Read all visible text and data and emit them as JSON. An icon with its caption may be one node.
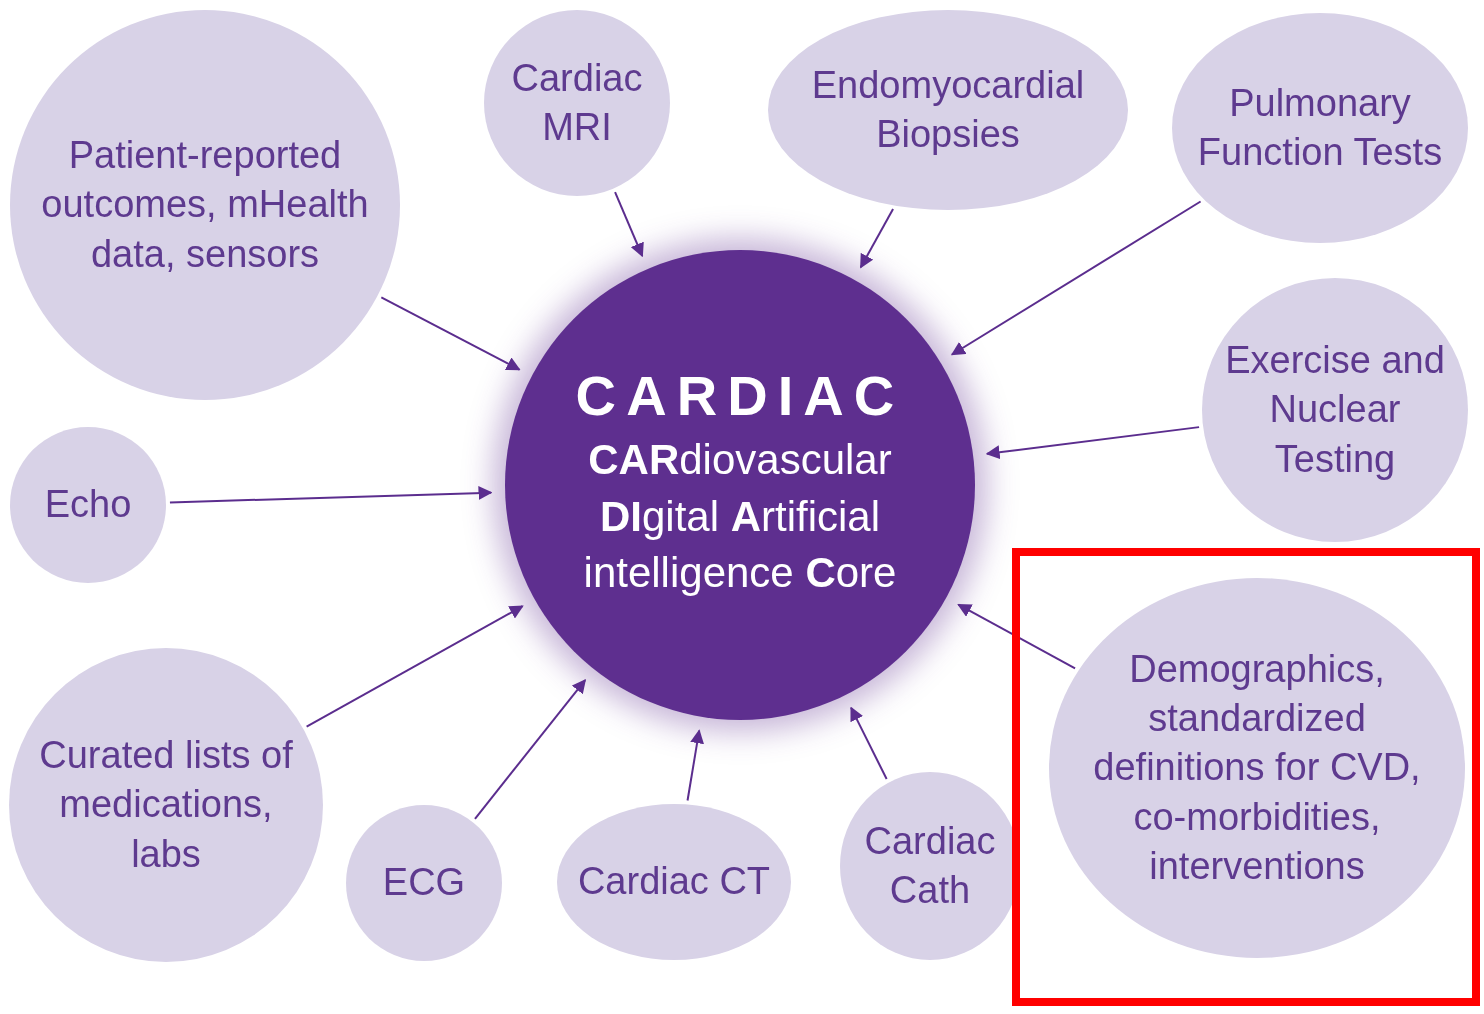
{
  "diagram": {
    "nodes": [
      {
        "text": [
          "CARDIAC",
          "**CAR**diovascular **DI**gital **A**rtificial intelligence **C**ore"
        ]
      },
      {
        "text": [
          "Patient-reported outcomes, mHealth data, sensors"
        ]
      },
      {
        "text": [
          "Cardiac MRI"
        ]
      },
      {
        "text": [
          "Endomyocardial Biopsies"
        ]
      },
      {
        "text": [
          "Pulmonary Function Tests"
        ]
      },
      {
        "text": [
          "Exercise and Nuclear Testing"
        ]
      },
      {
        "text": [
          "Echo"
        ]
      },
      {
        "text": [
          "Curated lists of medications, labs"
        ]
      },
      {
        "text": [
          "ECG"
        ]
      },
      {
        "text": [
          "Cardiac CT"
        ]
      },
      {
        "text": [
          "Cardiac Cath"
        ]
      },
      {
        "text": [
          "Demographics, standardized definitions for CVD, co-morbidities, interventions"
        ]
      }
    ],
    "edges": [
      {
        "from": 1,
        "to": 0,
        "arrow": "to"
      },
      {
        "from": 2,
        "to": 0,
        "arrow": "to"
      },
      {
        "from": 3,
        "to": 0,
        "arrow": "to"
      },
      {
        "from": 4,
        "to": 0,
        "arrow": "to"
      },
      {
        "from": 5,
        "to": 0,
        "arrow": "to"
      },
      {
        "from": 6,
        "to": 0,
        "arrow": "to"
      },
      {
        "from": 7,
        "to": 0,
        "arrow": "to"
      },
      {
        "from": 8,
        "to": 0,
        "arrow": "to"
      },
      {
        "from": 9,
        "to": 0,
        "arrow": "to"
      },
      {
        "from": 10,
        "to": 0,
        "arrow": "to"
      },
      {
        "from": 11,
        "to": 0,
        "arrow": "to"
      }
    ]
  }
}
